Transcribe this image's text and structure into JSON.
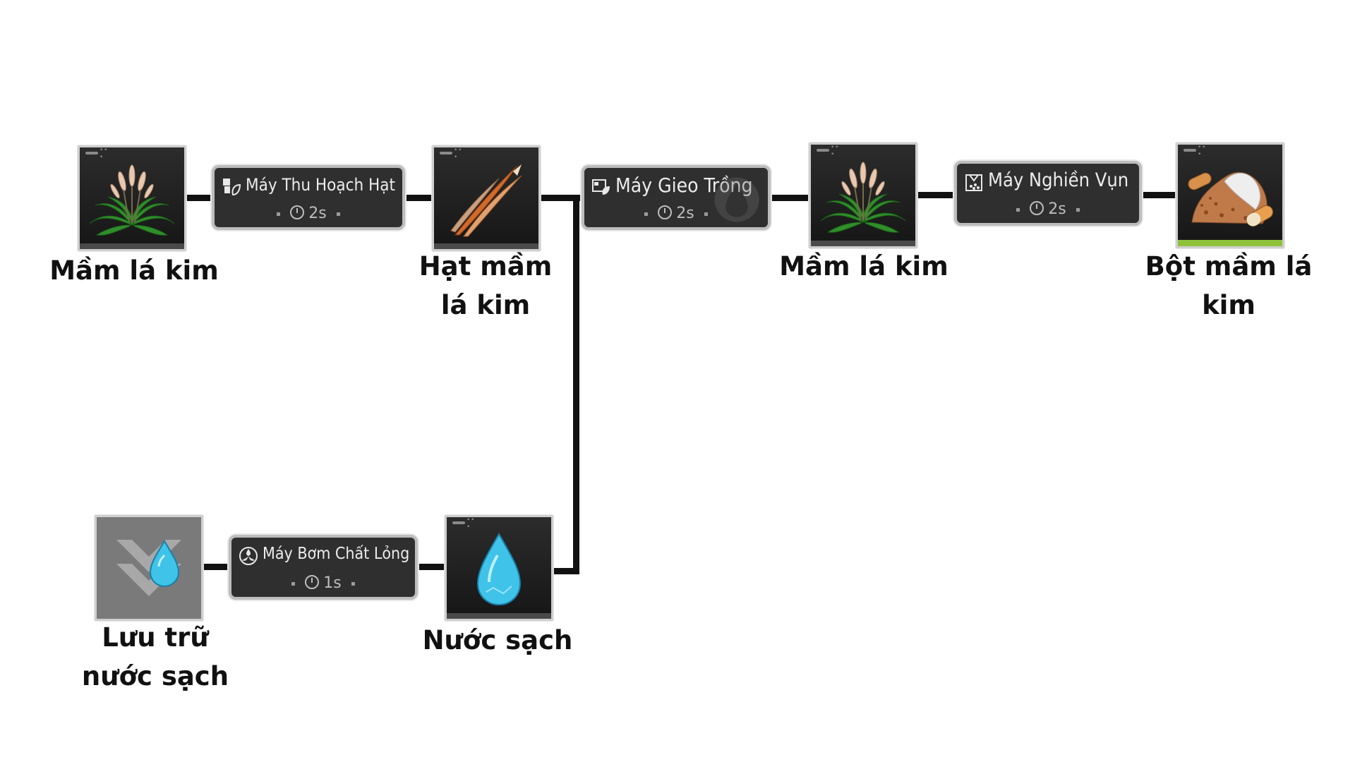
{
  "nodes": {
    "seedling_1": {
      "label": "Mầm lá kim",
      "icon": "needle-leaf-seedling-icon"
    },
    "seed": {
      "label_line1": "Hạt mầm",
      "label_line2": "lá kim",
      "icon": "needle-leaf-seed-icon"
    },
    "seedling_2": {
      "label": "Mầm lá kim",
      "icon": "needle-leaf-seedling-icon"
    },
    "powder": {
      "label_line1": "Bột mầm lá",
      "label_line2": "kim",
      "icon": "needle-leaf-powder-icon"
    },
    "storage": {
      "label_line1": "Lưu trữ",
      "label_line2": "nước sạch",
      "icon": "water-storage-icon"
    },
    "water": {
      "label": "Nước sạch",
      "icon": "water-drop-icon"
    }
  },
  "machines": {
    "harvester": {
      "name": "Máy Thu Hoạch Hạt",
      "time": "2s",
      "icon": "harvester-icon"
    },
    "planter": {
      "name": "Máy Gieo Trồng",
      "time": "2s",
      "icon": "planter-icon"
    },
    "crusher": {
      "name": "Máy Nghiền Vụn",
      "time": "2s",
      "icon": "crusher-icon"
    },
    "pump": {
      "name": "Máy Bơm Chất Lỏng",
      "time": "1s",
      "icon": "pump-icon"
    }
  },
  "colors": {
    "line": "#111111",
    "water": "#3fc3e8",
    "leaf": "#2f8f2a",
    "accent_green": "#8fc23a"
  }
}
